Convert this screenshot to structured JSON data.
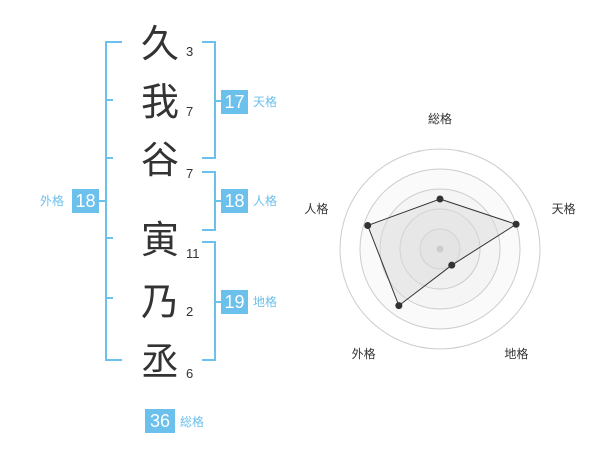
{
  "name_chars": [
    {
      "char": "久",
      "strokes": "3"
    },
    {
      "char": "我",
      "strokes": "7"
    },
    {
      "char": "谷",
      "strokes": "7"
    },
    {
      "char": "寅",
      "strokes": "11"
    },
    {
      "char": "乃",
      "strokes": "2"
    },
    {
      "char": "丞",
      "strokes": "6"
    }
  ],
  "fortunes": {
    "tenkaku": {
      "label": "天格",
      "value": "17"
    },
    "jinkaku": {
      "label": "人格",
      "value": "18"
    },
    "chikaku": {
      "label": "地格",
      "value": "19"
    },
    "gaikaku": {
      "label": "外格",
      "value": "18"
    },
    "soukaku": {
      "label": "総格",
      "value": "36"
    }
  },
  "colors": {
    "accent": "#6cc0ec",
    "text": "#333333"
  },
  "chart_data": {
    "type": "radar",
    "axes": [
      "総格",
      "天格",
      "地格",
      "外格",
      "人格"
    ],
    "rings": 5,
    "max": 5,
    "values": [
      2.5,
      4,
      1,
      3.5,
      3.8
    ]
  }
}
